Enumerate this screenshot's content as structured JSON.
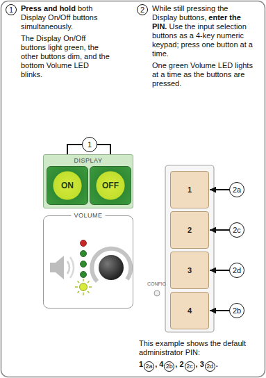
{
  "diagram": {
    "nodes": [
      {
        "text": [
          "1"
        ]
      },
      {
        "text": [
          "DISPLAY"
        ]
      },
      {
        "text": [
          "ON"
        ],
        "in": 1
      },
      {
        "text": [
          "OFF"
        ],
        "in": 1
      },
      {
        "text": [
          "VOLUME"
        ]
      },
      {
        "text": [
          "1"
        ]
      },
      {
        "text": [
          "2"
        ]
      },
      {
        "text": [
          "3"
        ]
      },
      {
        "text": [
          "4"
        ]
      },
      {
        "text": [
          "2a"
        ]
      },
      {
        "text": [
          "2c"
        ]
      },
      {
        "text": [
          "2d"
        ]
      },
      {
        "text": [
          "2b"
        ]
      }
    ],
    "edges": [
      {
        "from": 0,
        "to": 2,
        "arrow": "to"
      },
      {
        "from": 0,
        "to": 3,
        "arrow": "to"
      },
      {
        "from": 9,
        "to": 5,
        "arrow": "to"
      },
      {
        "from": 10,
        "to": 6,
        "arrow": "to"
      },
      {
        "from": 11,
        "to": 7,
        "arrow": "to"
      },
      {
        "from": 12,
        "to": 8,
        "arrow": "to"
      }
    ],
    "labels": [
      "1",
      "Press and hold",
      "both Display On/Off buttons simultaneously.",
      "The Display On/Off buttons light green, the other buttons dim, and the bottom Volume LED blinks.",
      "2",
      "While still pressing the Display buttons,",
      "enter the PIN.",
      "Use the input selection buttons as a 4-key numeric keypad; press one button at a time.",
      "One green Volume LED lights at a time as the buttons are pressed.",
      "CONFIG",
      "This example shows the default administrator PIN:",
      "1",
      "2a",
      ", 4",
      "2b",
      ", 2",
      "2c",
      ", 3",
      "2d",
      "."
    ]
  }
}
